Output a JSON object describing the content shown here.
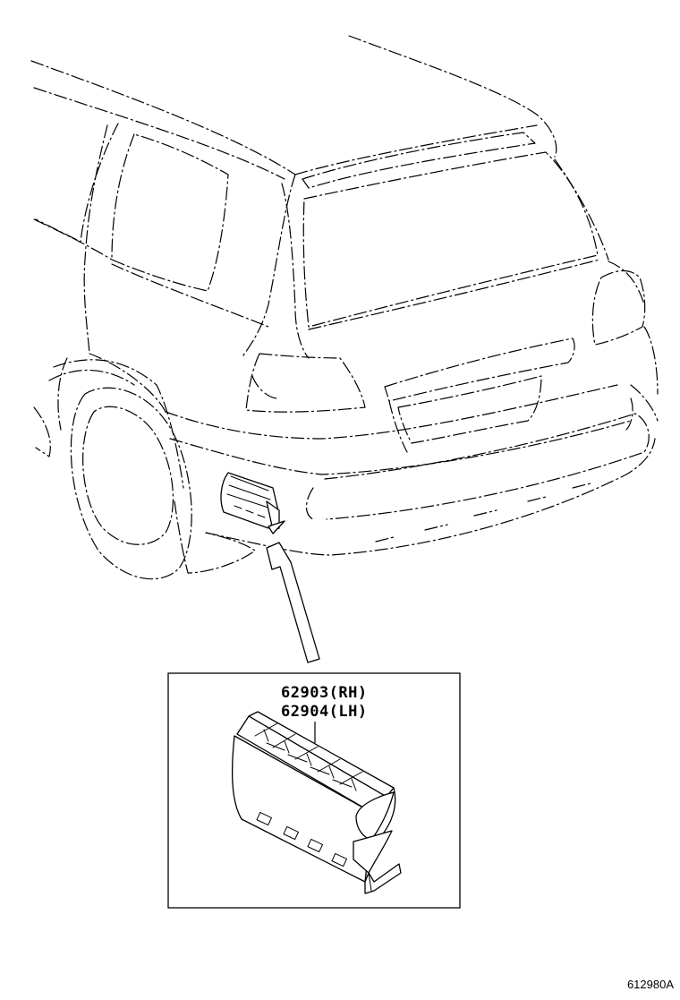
{
  "callout": {
    "part_rh": "62903(RH)",
    "part_lh": "62904(LH)"
  },
  "figure_id": "612980A",
  "colors": {
    "line": "#000000",
    "background": "#ffffff"
  }
}
